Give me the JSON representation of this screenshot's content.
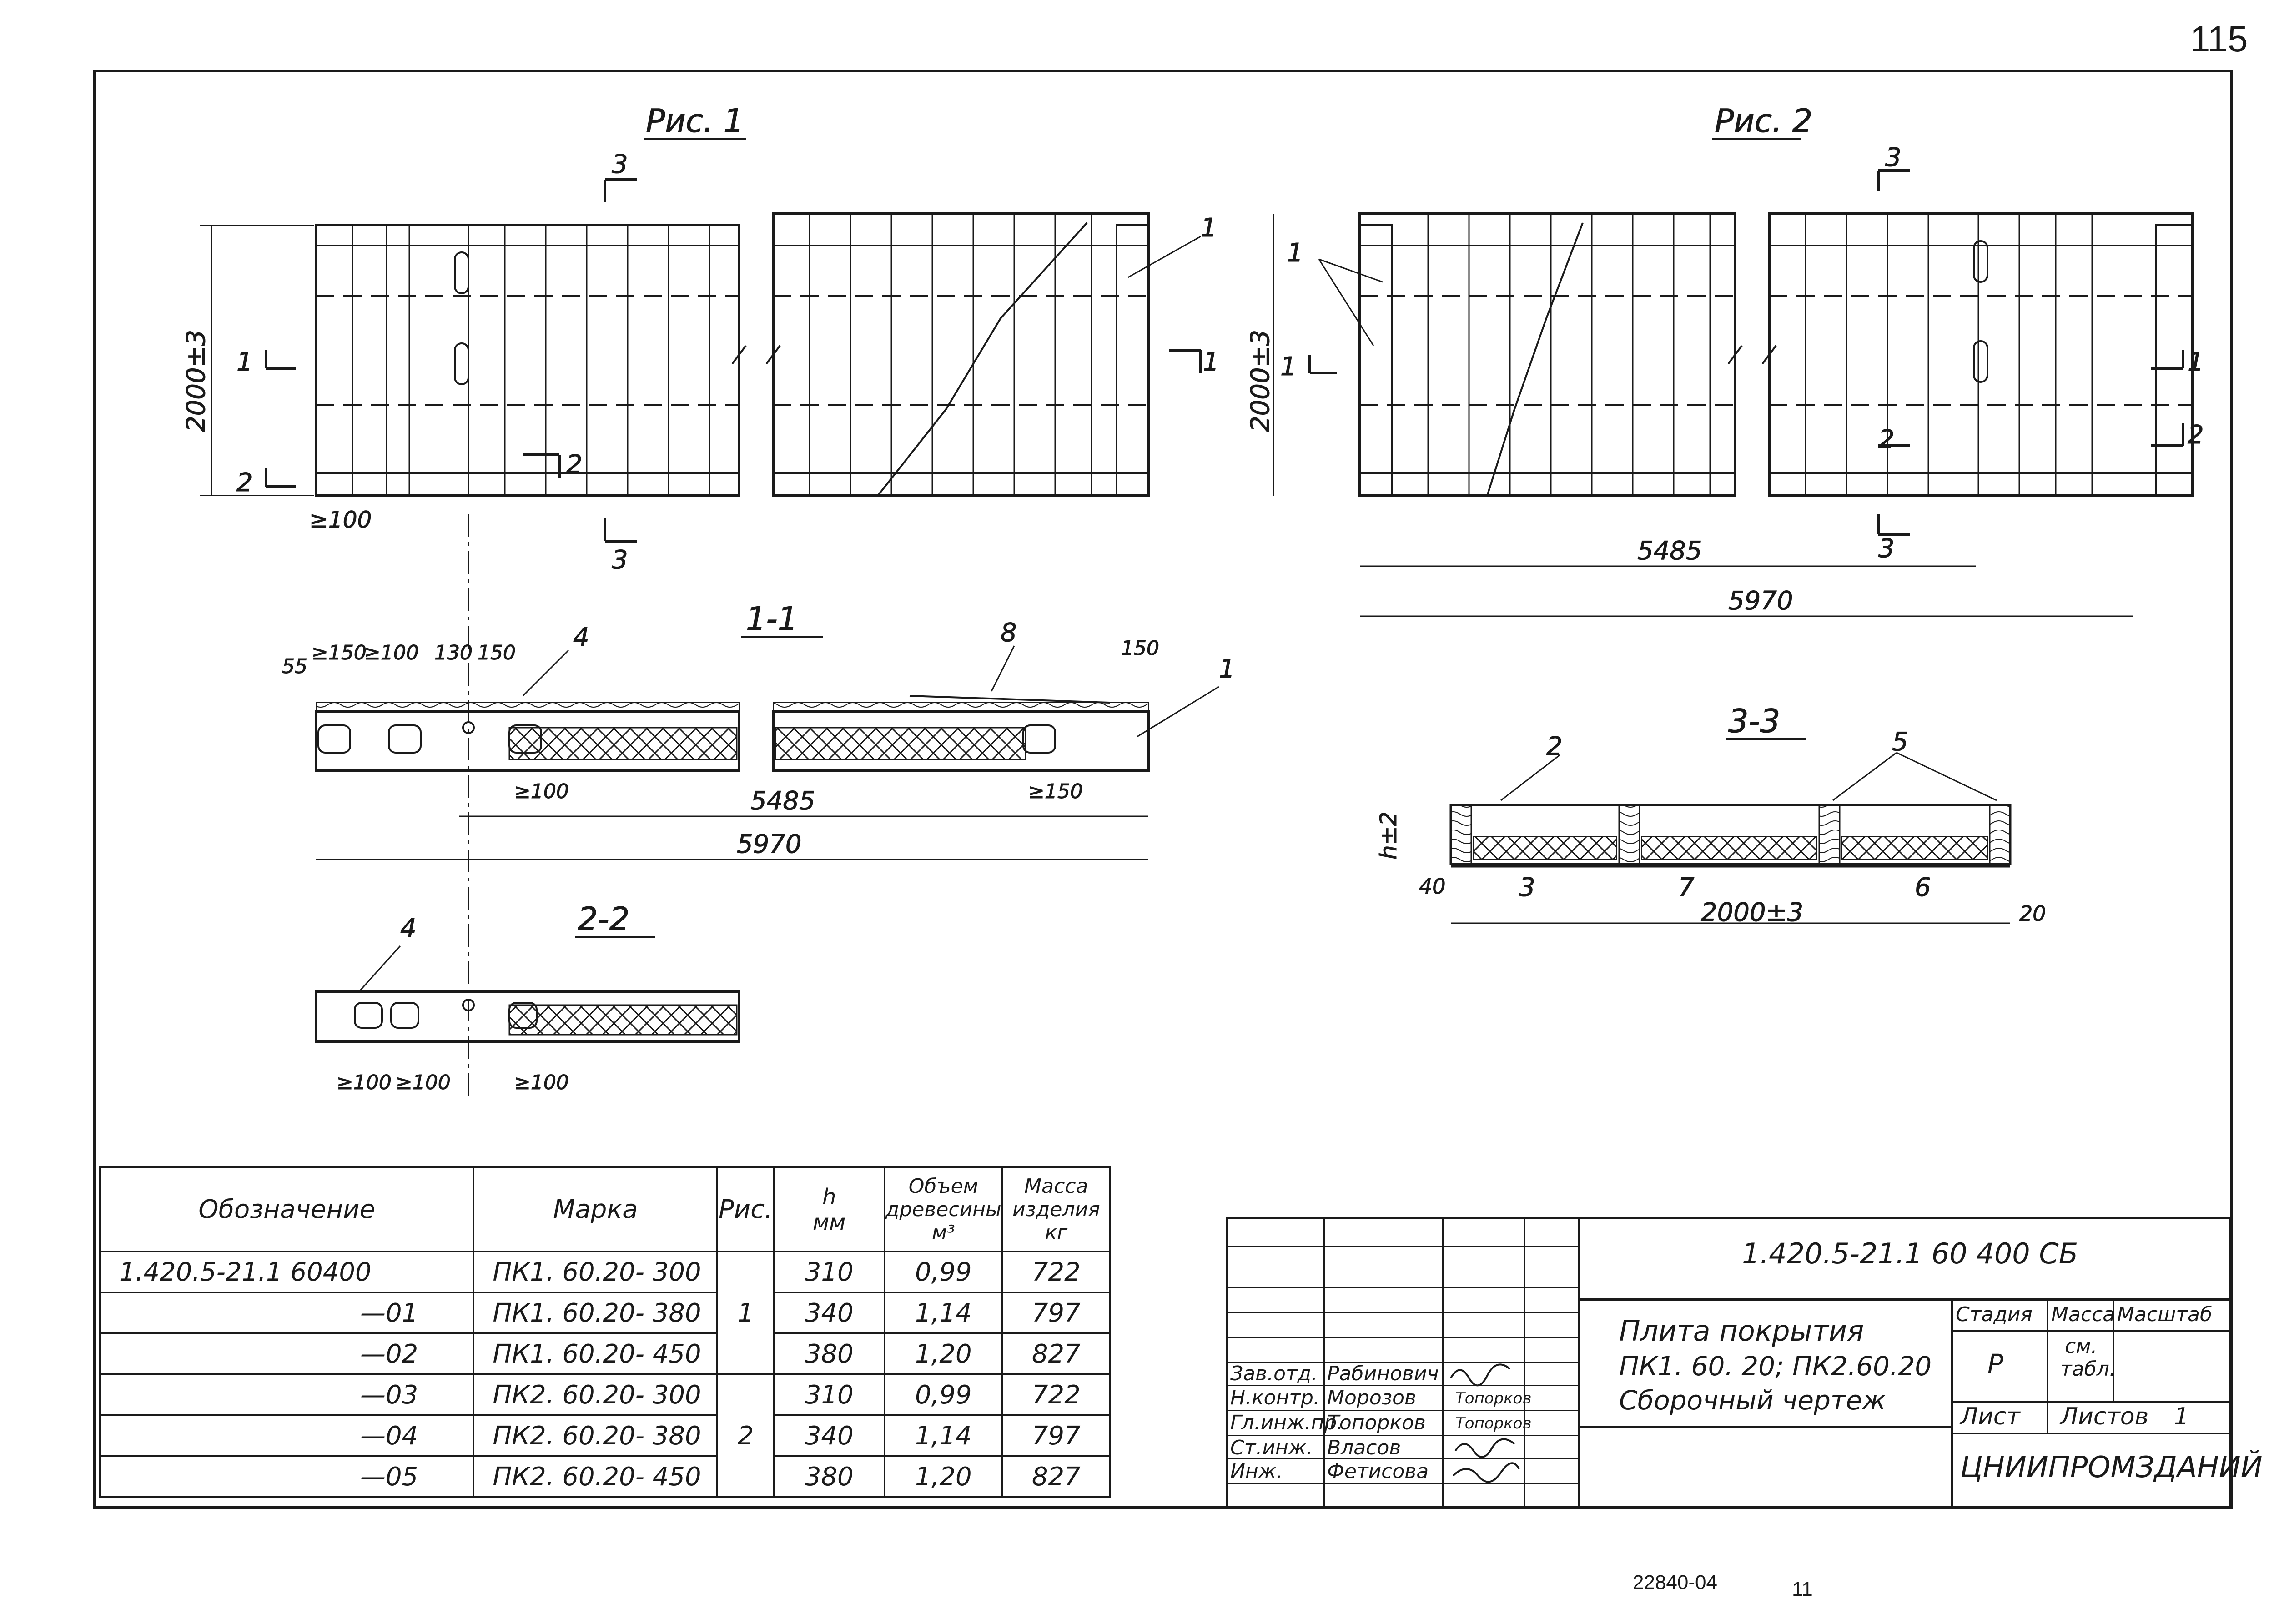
{
  "page_number": "115",
  "figures": {
    "fig1": {
      "title": "Рис. 1"
    },
    "fig2": {
      "title": "Рис. 2"
    }
  },
  "sections": {
    "s11": "1-1",
    "s22": "2-2",
    "s33": "3-3"
  },
  "dimensions": {
    "width_2000": "2000±3",
    "width_2000_b": "2000±3",
    "l5485": "5485",
    "l5970": "5970",
    "l5485_b": "5485",
    "l5970_b": "5970",
    "d100": "≥100",
    "d150": "≥150",
    "d100b": "≥100",
    "d130": "130",
    "d150b": "150",
    "d55": "55",
    "d150r": "150",
    "d100c": "≥100",
    "d150c": "≥150",
    "d100d": "≥100",
    "d100e": "≥100",
    "d100f": "≥100",
    "h2": "h±2",
    "d40": "40",
    "d2000": "2000±3",
    "d20": "20"
  },
  "labels": {
    "n1": "1",
    "n2": "2",
    "n3": "3",
    "n4": "4",
    "n5": "5",
    "n6": "6",
    "n7": "7",
    "n8": "8"
  },
  "spec_table": {
    "headers": {
      "designation": "Обозначение",
      "mark": "Марка",
      "fig": "Рис.",
      "h": "h",
      "h_unit": "мм",
      "volume": "Объем древесины",
      "volume_unit": "м³",
      "mass": "Масса изделия",
      "mass_unit": "кг"
    },
    "rows": [
      {
        "designation": "1.420.5-21.1  60400",
        "mark": "ПК1. 60.20- 300",
        "h": "310",
        "volume": "0,99",
        "mass": "722"
      },
      {
        "designation": "—01",
        "mark": "ПК1. 60.20- 380",
        "h": "340",
        "volume": "1,14",
        "mass": "797"
      },
      {
        "designation": "—02",
        "mark": "ПК1. 60.20- 450",
        "h": "380",
        "volume": "1,20",
        "mass": "827"
      },
      {
        "designation": "—03",
        "mark": "ПК2. 60.20- 300",
        "h": "310",
        "volume": "0,99",
        "mass": "722"
      },
      {
        "designation": "—04",
        "mark": "ПК2. 60.20- 380",
        "h": "340",
        "volume": "1,14",
        "mass": "797"
      },
      {
        "designation": "—05",
        "mark": "ПК2. 60.20- 450",
        "h": "380",
        "volume": "1,20",
        "mass": "827"
      }
    ],
    "fig_group1": "1",
    "fig_group2": "2"
  },
  "title_block": {
    "code": "1.420.5-21.1  60 400 СБ",
    "name_line1": "Плита  покрытия",
    "name_line2": "ПК1. 60. 20;  ПК2.60.20",
    "name_line3": "Сборочный  чертеж",
    "stage_label": "Стадия",
    "mass_label": "Масса",
    "scale_label": "Масштаб",
    "stage_value": "Р",
    "mass_value_1": "см.",
    "mass_value_2": "табл.",
    "sheet_label": "Лист",
    "sheets_label": "Листов",
    "sheets_value": "1",
    "org": "ЦНИИПРОМЗДАНИЙ",
    "staff": [
      {
        "role": "Зав.отд.",
        "name": "Рабинович"
      },
      {
        "role": "Н.контр.",
        "name": "Морозов"
      },
      {
        "role": "Гл.инж.пр.",
        "name": "Топорков"
      },
      {
        "role": "Ст.инж.",
        "name": "Власов"
      },
      {
        "role": "Инж.",
        "name": "Фетисова"
      }
    ],
    "sign_toporkov_1": "Топорков",
    "sign_toporkov_2": "Топорков"
  },
  "footer": {
    "archive": "22840-04",
    "sheet": "11"
  }
}
